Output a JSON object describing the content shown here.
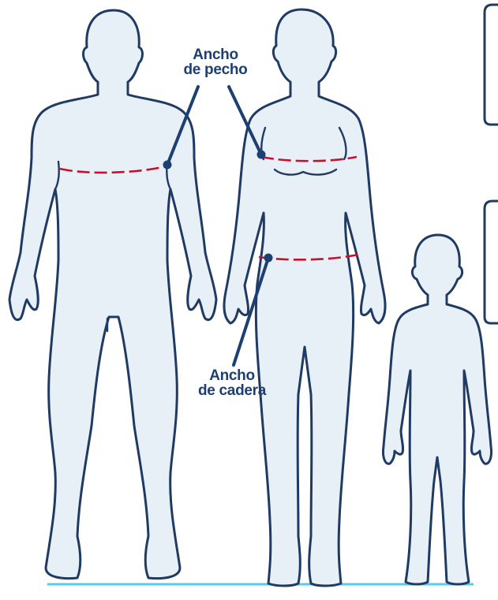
{
  "labels": {
    "chest_line1": "Ancho",
    "chest_line2": "de pecho",
    "hip_line1": "Ancho",
    "hip_line2": "de cadera"
  },
  "colors": {
    "outline": "#1f3b63",
    "body_fill": "#e8f0f7",
    "label_text": "#1d3f71",
    "measure_line": "#c8102e",
    "floor_line": "#55ccea"
  },
  "figures": [
    "man",
    "woman",
    "child"
  ]
}
